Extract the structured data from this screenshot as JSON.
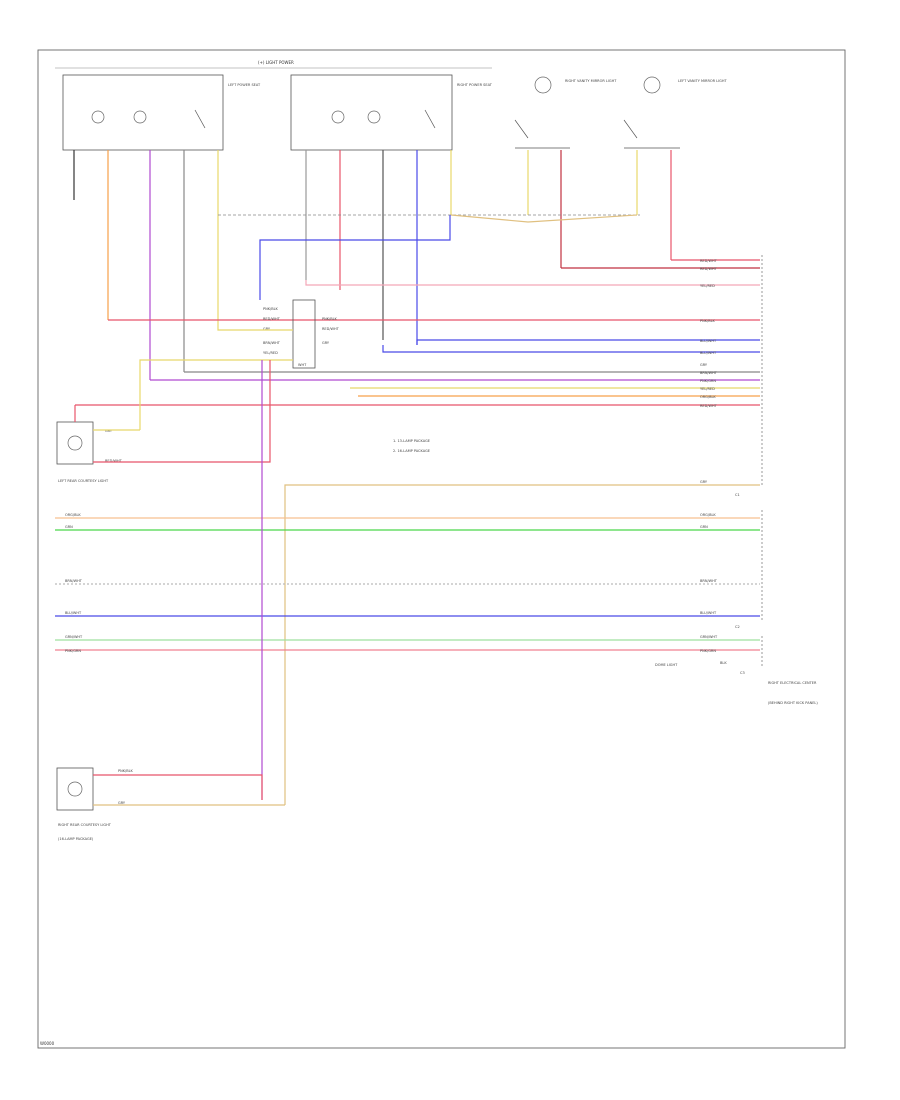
{
  "header": {
    "title": "(+) LIGHT POWER"
  },
  "footer": {
    "code": "W0000"
  },
  "legend": {
    "line1": "1. 13-LAMP PACKAGE",
    "line2": "2. 16-LAMP PACKAGE"
  },
  "components": {
    "left_power_seat": "LEFT POWER SEAT",
    "right_power_seat": "RIGHT POWER SEAT",
    "right_vanity_light": "RIGHT VANITY MIRROR LIGHT",
    "left_vanity_light": "LEFT VANITY MIRROR LIGHT",
    "left_rear_light": "LEFT REAR COURTESY LIGHT",
    "right_rear_light": "RIGHT REAR COURTESY LIGHT",
    "right_rear_pkg": "(16-LAMP PACKAGE)",
    "dome_light": "DOME LIGHT",
    "right_electrical": "RIGHT ELECTRICAL CENTER",
    "right_electrical_sub": "(BEHIND RIGHT KICK PANEL)"
  },
  "connectors": {
    "c1": "C1",
    "c2": "C2",
    "c3": "C3"
  },
  "wires": {
    "pnk_blk": "PNK/BLK",
    "red_wht": "RED/WHT",
    "yel_red": "YEL/RED",
    "grn_wht": "GRN/WHT",
    "blu_wht": "BLU/WHT",
    "gry": "GRY",
    "org_blk": "ORG/BLK",
    "brn": "BRN",
    "brn_wht": "BRN/WHT",
    "pnk_grn": "PNK/GRN",
    "wht": "WHT",
    "grn": "GRN",
    "blk": "BLK"
  },
  "colors": {
    "red": "#e8556a",
    "pink": "#f3a6b8",
    "orange": "#f6a04a",
    "purple": "#b04ad0",
    "blue": "#4a4ae8",
    "green": "#4ad84a",
    "yellow": "#e8d86a",
    "tan": "#e0c080",
    "gray": "#9a9a9a",
    "black": "#333333"
  }
}
